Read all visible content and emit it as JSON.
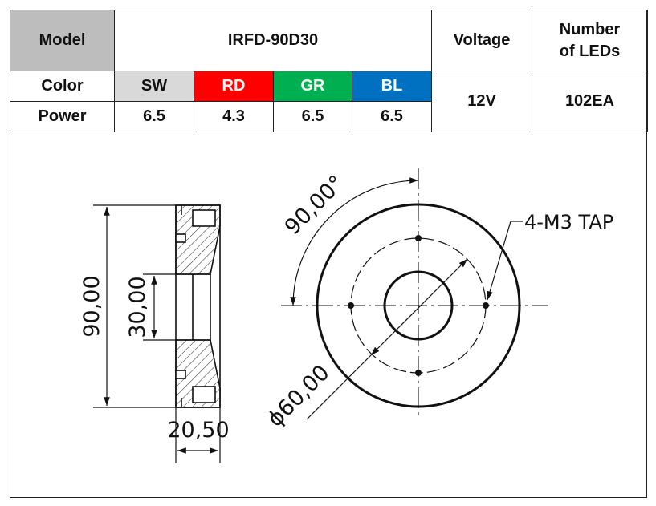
{
  "spec_table": {
    "model_label": "Model",
    "model_value": "IRFD-90D30",
    "voltage_label": "Voltage",
    "voltage_value": "12V",
    "leds_label_line1": "Number",
    "leds_label_line2": "of LEDs",
    "leds_value": "102EA",
    "color_label": "Color",
    "power_label": "Power",
    "colors": [
      {
        "name": "SW",
        "bg": "#d9d9d9",
        "power": "6.5"
      },
      {
        "name": "RD",
        "bg": "#ff0000",
        "power": "4.3"
      },
      {
        "name": "GR",
        "bg": "#00b050",
        "power": "6.5"
      },
      {
        "name": "BL",
        "bg": "#0070c0",
        "power": "6.5"
      }
    ]
  },
  "drawing": {
    "side_view": {
      "outer_height_dim": "90,00",
      "inner_height_dim": "30,00",
      "thickness_dim": "20,50"
    },
    "front_view": {
      "angle_dim": "90,00°",
      "pcd_dim": "ϕ60,00",
      "tap_label": "4-M3 TAP"
    }
  }
}
